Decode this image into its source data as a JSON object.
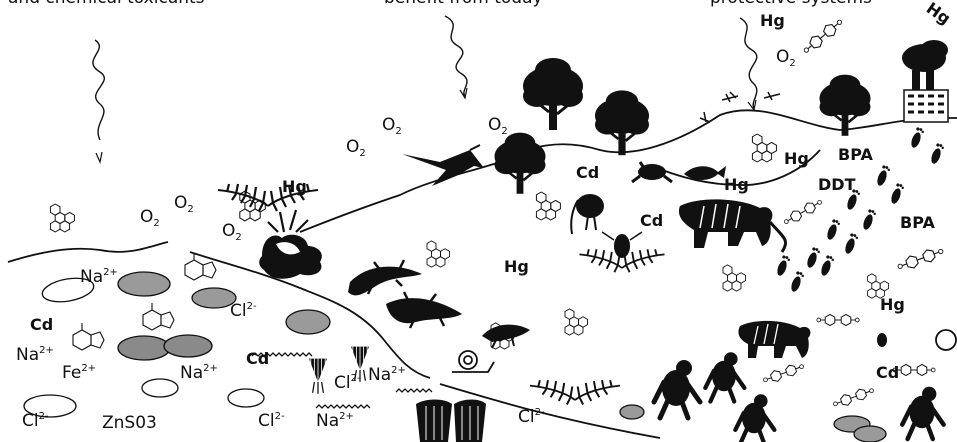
{
  "captions": {
    "left": "and chemical toxicants",
    "center": "benefit from today",
    "right": "protective systems"
  },
  "labels": {
    "o2": "O",
    "o2_sub": "2",
    "hg": "Hg",
    "cd": "Cd",
    "bpa": "BPA",
    "ddt": "DDT",
    "fe": "Fe",
    "fe_sup": "2+",
    "na": "Na",
    "na_sup": "2+",
    "cl": "Cl",
    "cl_sup": "2-",
    "zns": "ZnS03"
  },
  "colors": {
    "ink": "#111111",
    "rock": "#9a9a9a",
    "rock_light": "#ffffff"
  },
  "icons": [
    "sun-ray-icon",
    "tree-icon",
    "volcano-icon",
    "pterosaur-icon",
    "fern-icon",
    "lizard-icon",
    "frog-icon",
    "fish-icon",
    "bird-icon",
    "tiger-icon",
    "mosquito-icon",
    "bee-icon",
    "snail-icon",
    "ape-icon",
    "footprint-icon",
    "factory-icon",
    "molecule-icon",
    "adenine-icon",
    "shell-icon"
  ]
}
